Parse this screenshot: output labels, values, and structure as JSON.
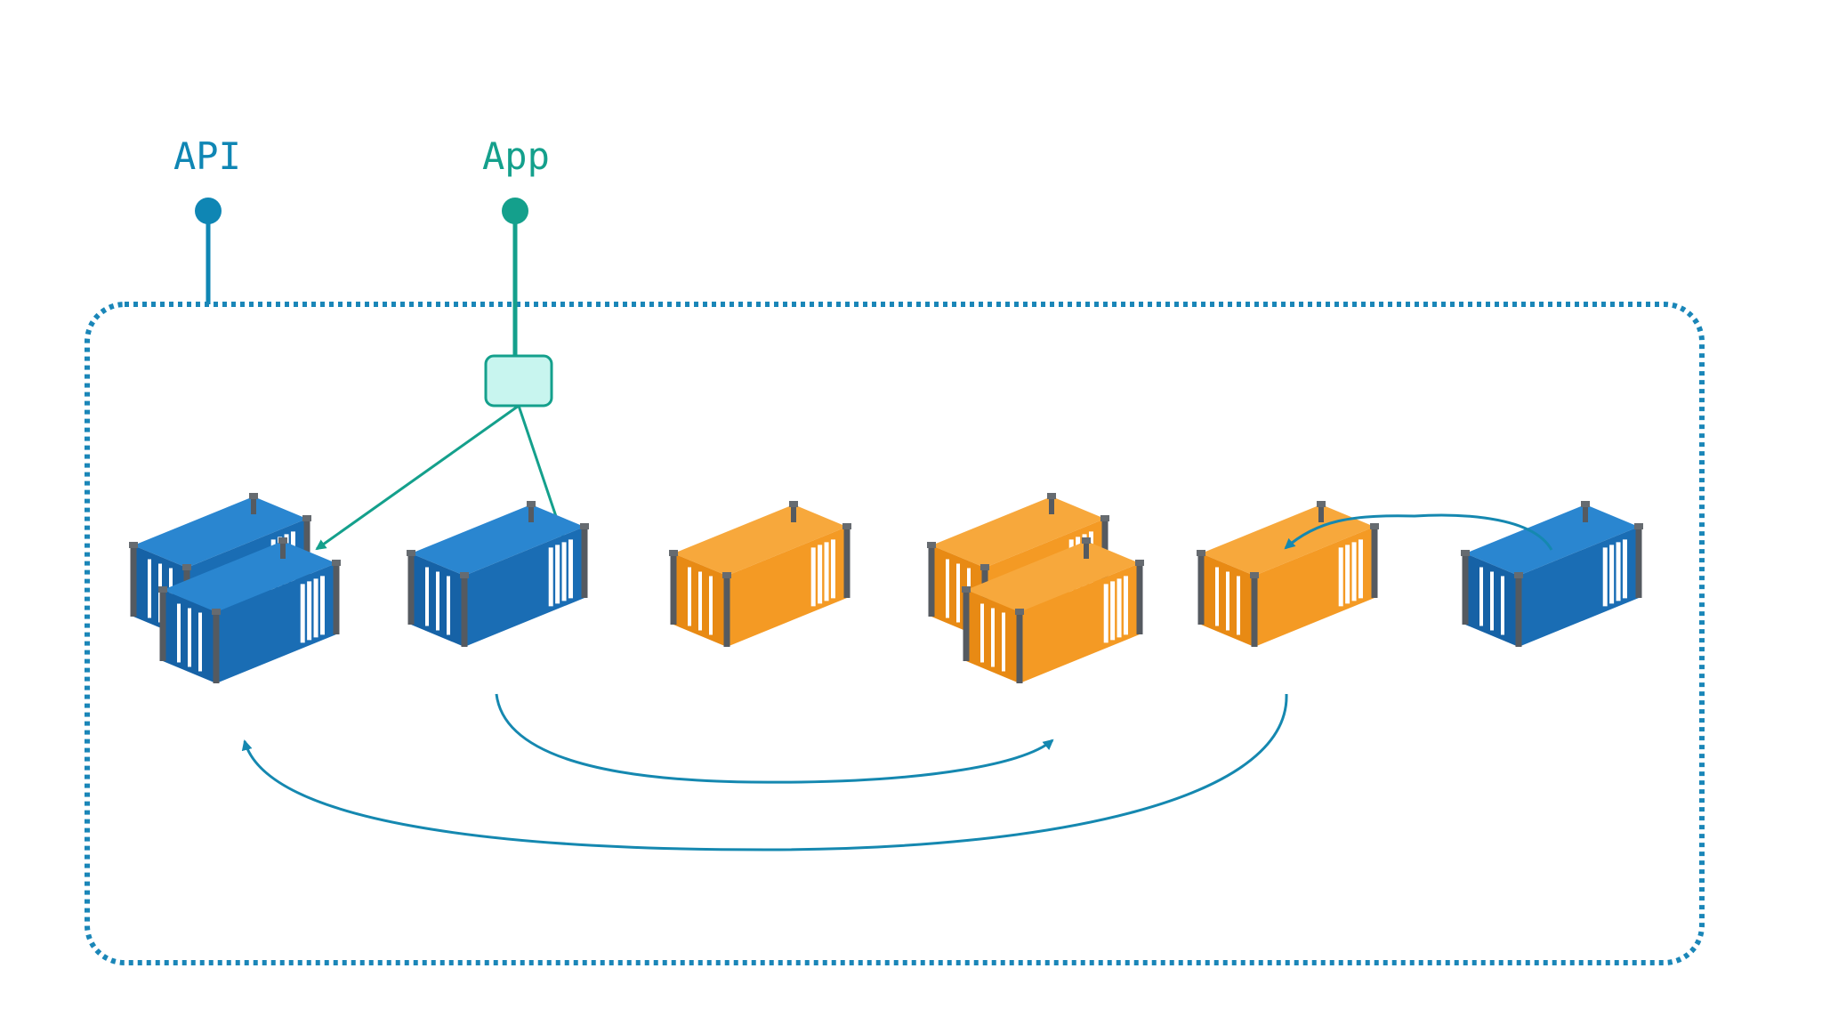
{
  "labels": {
    "api": "API",
    "app": "App"
  },
  "colors": {
    "api": "#0f86b4",
    "app": "#14a08c",
    "boundary": "#1a86b8",
    "container_blue": "#1f6fb5",
    "container_orange": "#f49a24",
    "router_fill": "#c8f5ef"
  },
  "containers": [
    {
      "id": "blue-1-back",
      "color": "blue"
    },
    {
      "id": "blue-1-front",
      "color": "blue"
    },
    {
      "id": "blue-2",
      "color": "blue"
    },
    {
      "id": "orange-1",
      "color": "orange"
    },
    {
      "id": "orange-2-back",
      "color": "orange"
    },
    {
      "id": "orange-2-front",
      "color": "orange"
    },
    {
      "id": "orange-3",
      "color": "orange"
    },
    {
      "id": "blue-3",
      "color": "blue"
    }
  ]
}
